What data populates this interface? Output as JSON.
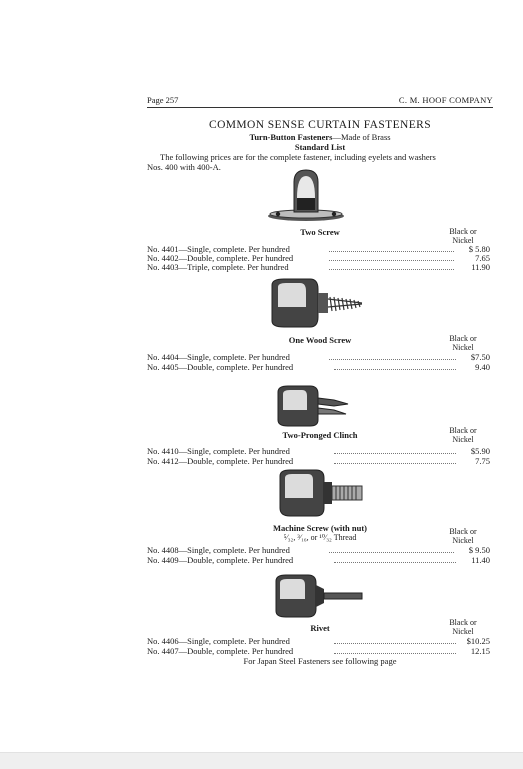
{
  "header": {
    "page": "Page 257",
    "company": "C. M. HOOF COMPANY"
  },
  "title": "COMMON SENSE CURTAIN FASTENERS",
  "subtitle": {
    "bold": "Turn-Button Fasteners",
    "rest": "—Made of Brass"
  },
  "standard": "Standard List",
  "intro_line1": "The following prices are for the complete fastener, including eyelets and washers",
  "intro_line2": "Nos. 400 with 400-A.",
  "column_header": "Black or\nNickel",
  "sections": [
    {
      "caption": "Two Screw",
      "icon": "two-screw-fastener-icon",
      "rows": [
        {
          "label": "No. 4401—Single, complete.  Per hundred",
          "price": "$ 5.80"
        },
        {
          "label": "No. 4402—Double, complete.  Per hundred",
          "price": "7.65"
        },
        {
          "label": "No. 4403—Triple, complete.  Per hundred",
          "price": "11.90"
        }
      ]
    },
    {
      "caption": "One Wood Screw",
      "icon": "wood-screw-fastener-icon",
      "rows": [
        {
          "label": "No. 4404—Single, complete.  Per hundred",
          "price": "$7.50"
        },
        {
          "label": "No. 4405—Double, complete.  Per hundred",
          "price": "9.40"
        }
      ]
    },
    {
      "caption": "Two-Pronged Clinch",
      "icon": "clinch-fastener-icon",
      "rows": [
        {
          "label": "No. 4410—Single, complete.  Per hundred",
          "price": "$5.90"
        },
        {
          "label": "No. 4412—Double, complete.  Per hundred",
          "price": "7.75"
        }
      ]
    },
    {
      "caption": "Machine Screw (with nut)",
      "thread": "⁵⁄₃₂, ³⁄₁₆, or ¹⁰⁄₃₂ Thread",
      "icon": "machine-screw-fastener-icon",
      "rows": [
        {
          "label": "No. 4408—Single, complete.  Per hundred",
          "price": "$ 9.50"
        },
        {
          "label": "No. 4409—Double, complete.  Per hundred",
          "price": "11.40"
        }
      ]
    },
    {
      "caption": "Rivet",
      "icon": "rivet-fastener-icon",
      "rows": [
        {
          "label": "No. 4406—Single, complete.  Per hundred",
          "price": "$10.25"
        },
        {
          "label": "No. 4407—Double, complete.  Per hundred",
          "price": "12.15"
        }
      ]
    }
  ],
  "footer": "For Japan Steel Fasteners see following page"
}
